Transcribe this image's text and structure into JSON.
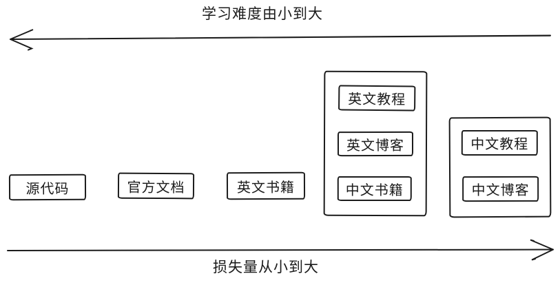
{
  "diagram": {
    "background": "#ffffff",
    "ink_color": "#1b1b1b",
    "top_axis": {
      "label": "学习难度由小到大",
      "arrow_direction": "left"
    },
    "bottom_axis": {
      "label": "损失量从小到大",
      "arrow_direction": "right"
    },
    "boxes": [
      {
        "label": "源代码"
      },
      {
        "label": "官方文档"
      },
      {
        "label": "英文书籍"
      }
    ],
    "group_boxes": [
      {
        "items": [
          {
            "label": "英文教程"
          },
          {
            "label": "英文博客"
          },
          {
            "label": "中文书籍"
          }
        ]
      },
      {
        "items": [
          {
            "label": "中文教程"
          },
          {
            "label": "中文博客"
          }
        ]
      }
    ]
  }
}
